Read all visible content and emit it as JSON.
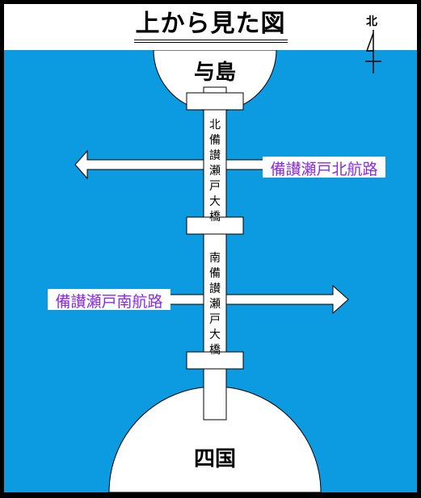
{
  "title": "上から見た図",
  "compass": {
    "label": "北"
  },
  "islands": {
    "north": "与島",
    "south": "四国"
  },
  "bridges": {
    "north": [
      "北",
      "備",
      "讃",
      "瀬",
      "戸",
      "大",
      "橋"
    ],
    "south": [
      "南",
      "備",
      "讃",
      "瀬",
      "戸",
      "大",
      "橋"
    ]
  },
  "routes": {
    "north": {
      "label": "備讃瀬戸北航路",
      "direction": "west"
    },
    "south": {
      "label": "備讃瀬戸南航路",
      "direction": "east"
    }
  },
  "colors": {
    "sea": "#0c9ae0",
    "land": "#ffffff",
    "route_label": "#8a2be2",
    "outline": "#000000"
  }
}
